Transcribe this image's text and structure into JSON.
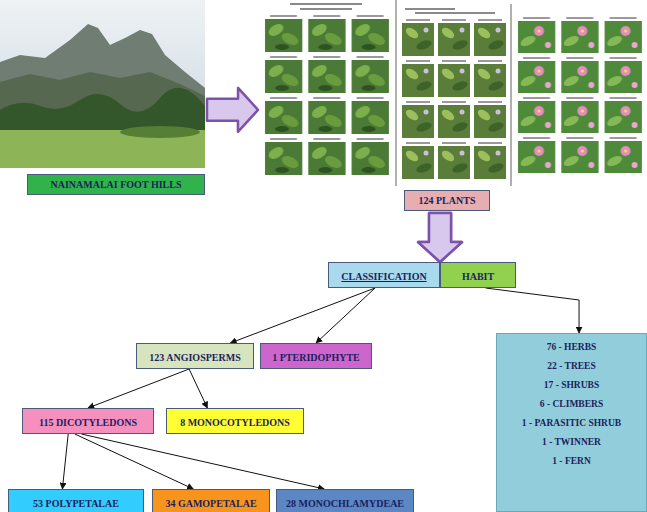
{
  "diagram": {
    "nodes": [
      {
        "text": [
          "NAINAMALAI FOOT HILLS"
        ]
      },
      {
        "text": [
          "124 PLANTS"
        ]
      },
      {
        "text": [
          "CLASSIFICATION"
        ]
      },
      {
        "text": [
          "HABIT"
        ]
      },
      {
        "text": [
          "123 ANGIOSPERMS"
        ]
      },
      {
        "text": [
          "1 PTERIDOPHYTE"
        ]
      },
      {
        "text": [
          "115 DICOTYLEDONS"
        ]
      },
      {
        "text": [
          "8 MONOCOTYLEDONS"
        ]
      },
      {
        "text": [
          "53 POLYPETALAE"
        ]
      },
      {
        "text": [
          "34 GAMOPETALAE"
        ]
      },
      {
        "text": [
          "28 MONOCHLAMYDEAE"
        ]
      },
      {
        "text": [
          "76 - HERBS",
          "22 - TREES",
          "17 - SHRUBS",
          "6 - CLIMBERS",
          "1 - PARASITIC SHRUB",
          "1 - TWINNER",
          "1 - FERN"
        ]
      }
    ],
    "edges": [
      {
        "from": 0,
        "to": 1,
        "arrow": "to"
      },
      {
        "from": 1,
        "to": 2,
        "arrow": "to"
      },
      {
        "from": 1,
        "to": 3,
        "arrow": "to"
      },
      {
        "from": 2,
        "to": 4,
        "arrow": "to"
      },
      {
        "from": 2,
        "to": 5,
        "arrow": "to"
      },
      {
        "from": 3,
        "to": 11,
        "arrow": "to"
      },
      {
        "from": 4,
        "to": 6,
        "arrow": "to"
      },
      {
        "from": 4,
        "to": 7,
        "arrow": "to"
      },
      {
        "from": 6,
        "to": 8,
        "arrow": "to"
      },
      {
        "from": 6,
        "to": 9,
        "arrow": "to"
      },
      {
        "from": 6,
        "to": 10,
        "arrow": "to"
      }
    ]
  }
}
